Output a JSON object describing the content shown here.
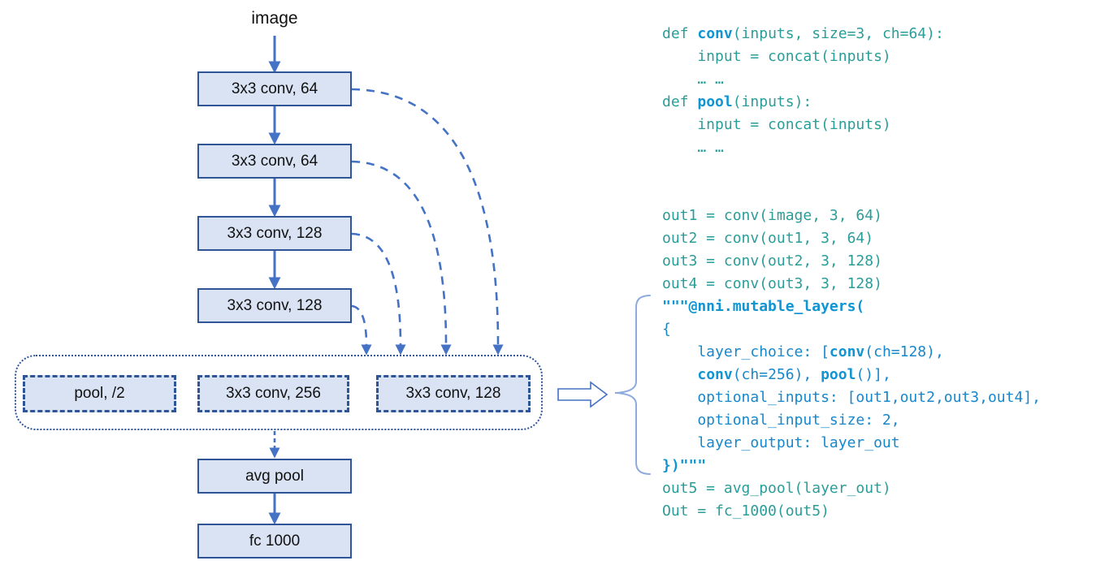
{
  "colors": {
    "box_fill": "#dae3f3",
    "box_border": "#2f5597",
    "arrow": "#4472c4",
    "brace": "#8faadc",
    "code_teal": "#2a9d99",
    "code_blue": "#1787cc",
    "code_bold_blue": "#1095d2"
  },
  "diagram": {
    "input_label": "image",
    "layers": [
      "3x3 conv, 64",
      "3x3 conv, 64",
      "3x3 conv, 128",
      "3x3 conv, 128"
    ],
    "choices": [
      "pool, /2",
      "3x3 conv, 256",
      "3x3 conv, 128"
    ],
    "avg_pool_label": "avg pool",
    "fc_label": "fc 1000"
  },
  "code": {
    "lines": [
      [
        {
          "t": "def ",
          "c": "teal"
        },
        {
          "t": "conv",
          "c": "bb"
        },
        {
          "t": "(inputs, size=3, ch=64):",
          "c": "teal"
        }
      ],
      [
        {
          "t": "    input = concat(inputs)",
          "c": "teal"
        }
      ],
      [
        {
          "t": "    … …",
          "c": "teal"
        }
      ],
      [
        {
          "t": "def ",
          "c": "teal"
        },
        {
          "t": "pool",
          "c": "bb"
        },
        {
          "t": "(inputs):",
          "c": "teal"
        }
      ],
      [
        {
          "t": "    input = concat(inputs)",
          "c": "teal"
        }
      ],
      [
        {
          "t": "    … …",
          "c": "teal"
        }
      ],
      [],
      [],
      [
        {
          "t": "out1 = conv(image, 3, 64)",
          "c": "teal"
        }
      ],
      [
        {
          "t": "out2 = conv(out1, 3, 64)",
          "c": "teal"
        }
      ],
      [
        {
          "t": "out3 = conv(out2, 3, 128)",
          "c": "teal"
        }
      ],
      [
        {
          "t": "out4 = conv(out3, 3, 128)",
          "c": "teal"
        }
      ],
      [
        {
          "t": "\"\"\"@nni.mutable_layers(",
          "c": "bb"
        }
      ],
      [
        {
          "t": "{",
          "c": "blue"
        }
      ],
      [
        {
          "t": "    layer_choice: [",
          "c": "blue"
        },
        {
          "t": "conv",
          "c": "bb"
        },
        {
          "t": "(ch=128),",
          "c": "blue"
        }
      ],
      [
        {
          "t": "    ",
          "c": "blue"
        },
        {
          "t": "conv",
          "c": "bb"
        },
        {
          "t": "(ch=256), ",
          "c": "blue"
        },
        {
          "t": "pool",
          "c": "bb"
        },
        {
          "t": "()],",
          "c": "blue"
        }
      ],
      [
        {
          "t": "    optional_inputs: [out1,out2,out3,out4],",
          "c": "blue"
        }
      ],
      [
        {
          "t": "    optional_input_size: 2,",
          "c": "blue"
        }
      ],
      [
        {
          "t": "    layer_output: layer_out",
          "c": "blue"
        }
      ],
      [
        {
          "t": "})\"\"\"",
          "c": "bb"
        }
      ],
      [
        {
          "t": "out5 = avg_pool(layer_out)",
          "c": "teal"
        }
      ],
      [
        {
          "t": "Out = fc_1000(out5)",
          "c": "teal"
        }
      ]
    ]
  }
}
